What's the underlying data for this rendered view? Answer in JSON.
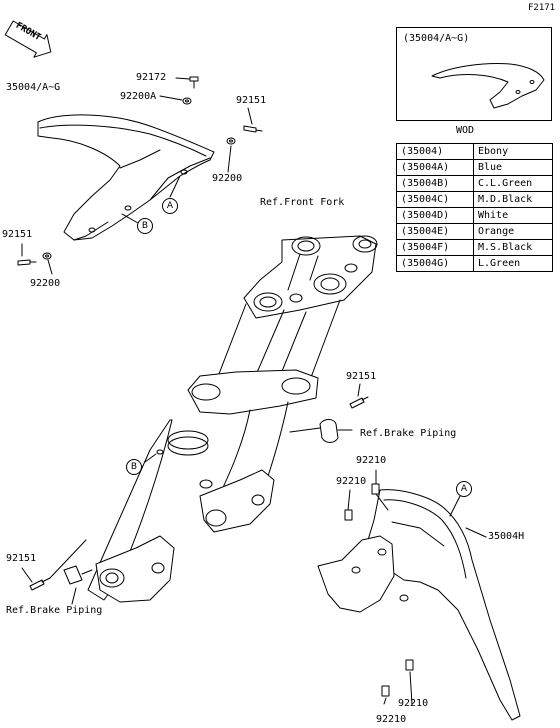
{
  "diagram_code": "F2171",
  "front_badge": "FRONT",
  "labels": {
    "part_35004_ag": "35004/A~G",
    "part_92172": "92172",
    "part_92200a": "92200A",
    "part_92151_top": "92151",
    "part_92200_right": "92200",
    "part_92151_left": "92151",
    "part_92200_bottom": "92200",
    "ref_front_fork": "Ref.Front Fork",
    "part_92151_mid": "92151",
    "ref_brake_piping_right": "Ref.Brake Piping",
    "part_92210_a": "92210",
    "part_92210_b": "92210",
    "part_35004h": "35004H",
    "part_92151_low": "92151",
    "ref_brake_piping_left": "Ref.Brake Piping",
    "part_92210_c": "92210",
    "part_92210_d": "92210"
  },
  "callouts": {
    "a_top": "A",
    "b_top": "B",
    "b_mid": "B",
    "a_right": "A"
  },
  "inset": {
    "title": "(35004/A~G)",
    "caption": "WOD"
  },
  "color_table": [
    {
      "code": "(35004)",
      "color": "Ebony"
    },
    {
      "code": "(35004A)",
      "color": "Blue"
    },
    {
      "code": "(35004B)",
      "color": "C.L.Green"
    },
    {
      "code": "(35004C)",
      "color": "M.D.Black"
    },
    {
      "code": "(35004D)",
      "color": "White"
    },
    {
      "code": "(35004E)",
      "color": "Orange"
    },
    {
      "code": "(35004F)",
      "color": "M.S.Black"
    },
    {
      "code": "(35004G)",
      "color": "L.Green"
    }
  ]
}
